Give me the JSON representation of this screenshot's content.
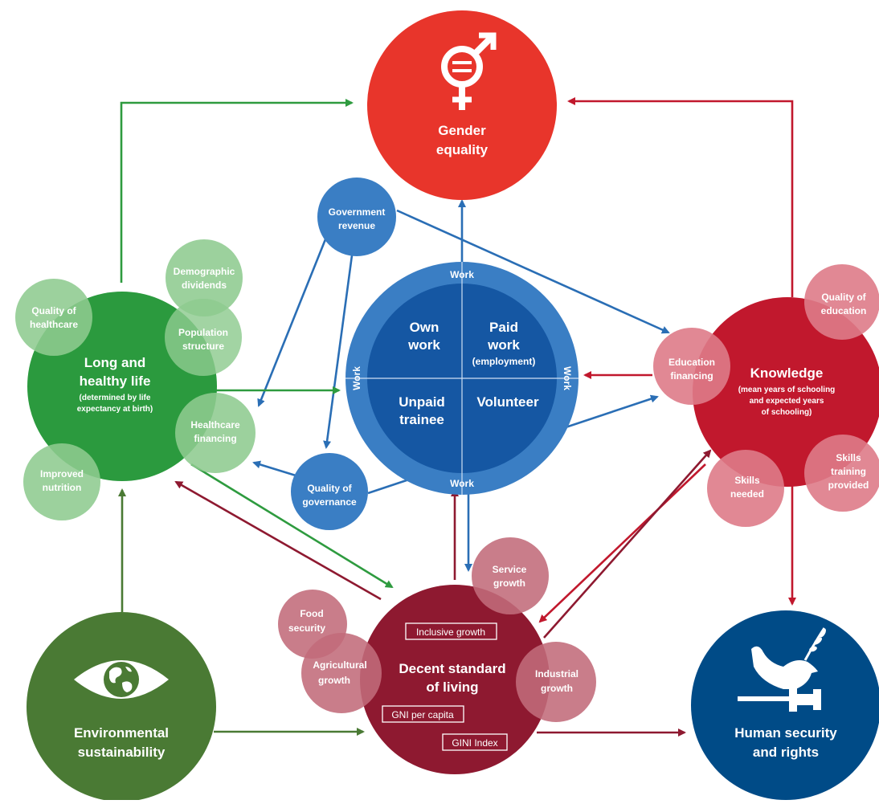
{
  "colors": {
    "gender": "#e8352b",
    "knowledge": "#c1182d",
    "knowledge_light": "#de7b88",
    "health": "#2b9a3e",
    "health_light": "#8ecb8f",
    "work_outer": "#3a7ec4",
    "work_inner": "#1557a3",
    "gov": "#3a7ec4",
    "living": "#8e1930",
    "living_light": "#c26b7a",
    "env": "#4a7a34",
    "security": "#004b87",
    "arrow_blue": "#2a6eb5",
    "arrow_red": "#c1182d",
    "arrow_green": "#2e9b3f",
    "arrow_darkred": "#8e1930",
    "arrow_darkgreen": "#4a7a34"
  },
  "icons": {
    "gender": "gender-equality-symbol-icon",
    "env": "earth-eye-icon",
    "security": "dove-gavel-icon"
  },
  "nodes": {
    "gender": {
      "line1": "Gender",
      "line2": "equality"
    },
    "knowledge": {
      "title": "Knowledge",
      "sub1": "(mean years of schooling",
      "sub2": "and expected years",
      "sub3": "of schooling)"
    },
    "health": {
      "line1": "Long and",
      "line2": "healthy life",
      "sub1": "(determined by life",
      "sub2": "expectancy at birth)"
    },
    "living": {
      "line1": "Decent standard",
      "line2": "of living"
    },
    "env": {
      "line1": "Environmental",
      "line2": "sustainability"
    },
    "security": {
      "line1": "Human security",
      "line2": "and rights"
    },
    "gov_revenue": {
      "line1": "Government",
      "line2": "revenue"
    },
    "governance": {
      "line1": "Quality of",
      "line2": "governance"
    },
    "work": {
      "label_top": "Work",
      "label_bottom": "Work",
      "label_left": "Work",
      "label_right": "Work",
      "own_1": "Own",
      "own_2": "work",
      "paid_1": "Paid",
      "paid_2": "work",
      "paid_3": "(employment)",
      "unpaid_1": "Unpaid",
      "unpaid_2": "trainee",
      "volunteer": "Volunteer"
    }
  },
  "satellites": {
    "quality_healthcare": {
      "line1": "Quality of",
      "line2": "healthcare"
    },
    "demographic": {
      "line1": "Demographic",
      "line2": "dividends"
    },
    "population": {
      "line1": "Population",
      "line2": "structure"
    },
    "healthcare_financing": {
      "line1": "Healthcare",
      "line2": "financing"
    },
    "improved_nutrition": {
      "line1": "Improved",
      "line2": "nutrition"
    },
    "education_financing": {
      "line1": "Education",
      "line2": "financing"
    },
    "quality_education": {
      "line1": "Quality of",
      "line2": "education"
    },
    "skills_needed": {
      "line1": "Skills",
      "line2": "needed"
    },
    "skills_training": {
      "line1": "Skills",
      "line2": "training",
      "line3": "provided"
    },
    "service_growth": {
      "line1": "Service",
      "line2": "growth"
    },
    "food_security": {
      "line1": "Food",
      "line2": "security"
    },
    "agricultural_growth": {
      "line1": "Agricultural",
      "line2": "growth"
    },
    "industrial_growth": {
      "line1": "Industrial",
      "line2": "growth"
    }
  },
  "living_boxes": {
    "inclusive_growth": "Inclusive growth",
    "gni_per_capita": "GNI per capita",
    "gini_index": "GINI Index"
  }
}
